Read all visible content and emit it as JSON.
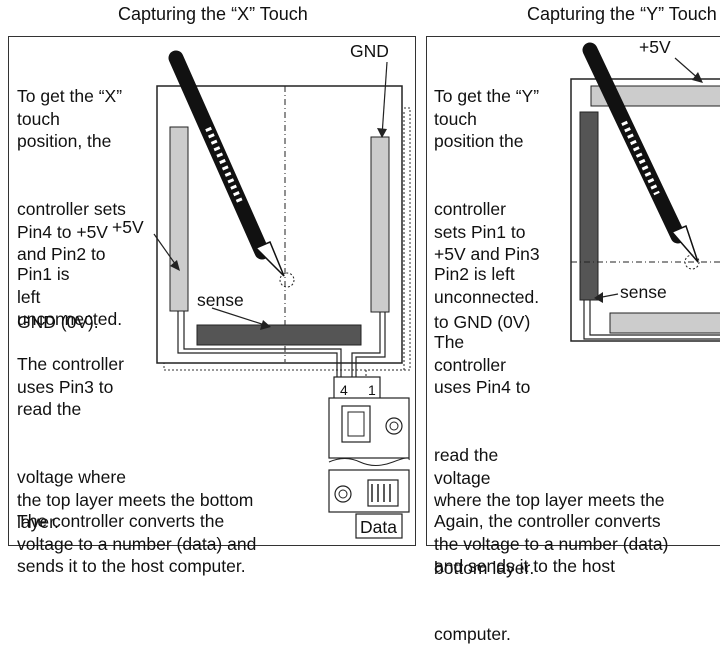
{
  "left": {
    "title": "Capturing the “X” Touch",
    "para1": [
      "To get the “X”",
      "touch",
      "position, the",
      "controller sets",
      "Pin4 to +5V",
      "and Pin2 to",
      "GND (0V)."
    ],
    "para2": [
      "Pin1 is",
      "left",
      "unconnected."
    ],
    "para3": [
      "The controller",
      "uses Pin3 to",
      "read the",
      "voltage where",
      "the top layer meets the bottom",
      "layer."
    ],
    "para4": [
      "The controller converts the",
      "voltage to a number (data) and",
      "sends it to the host computer."
    ],
    "label_gnd": "GND",
    "label_5v": "+5V",
    "label_sense": "sense",
    "pin_4": "4",
    "pin_1": "1",
    "label_data": "Data"
  },
  "right": {
    "title": "Capturing the “Y” Touch",
    "para1": [
      "To get the “Y”",
      "touch",
      "position the",
      "controller",
      "sets Pin1 to",
      "+5V and Pin3",
      "to GND (0V)"
    ],
    "para2": [
      "Pin2 is left",
      "unconnected."
    ],
    "para3": [
      "The",
      "controller",
      "uses Pin4 to",
      "read the",
      "voltage",
      "where the top layer meets the",
      "bottom layer."
    ],
    "para4": [
      "Again, the controller converts",
      "the voltage to a number (data)",
      "and sends it to the host",
      "computer."
    ],
    "label_5v": "+5V",
    "label_sense": "sense"
  },
  "colors": {
    "dark_bar": "#555555",
    "light_bar": "#cccccc",
    "stylus": "#111111"
  }
}
